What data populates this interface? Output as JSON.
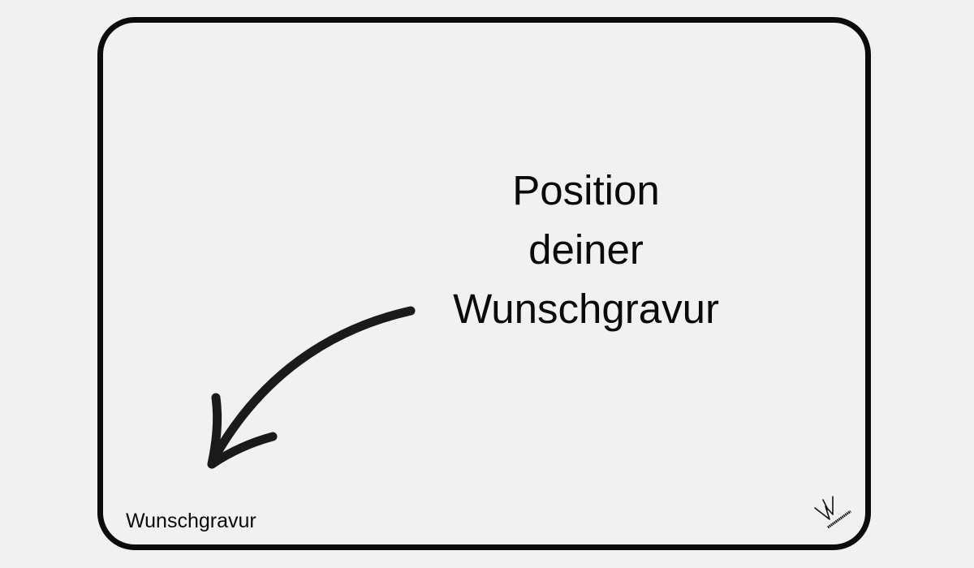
{
  "headline": {
    "lines": [
      "Position",
      "deiner",
      "Wunschgravur"
    ]
  },
  "engraving_label": "Wunschgravur",
  "icons": {
    "arrow": "curved-arrow-icon",
    "logo": "brand-logo-icon"
  },
  "colors": {
    "background": "#f1f1f1",
    "border": "#0b0b0b",
    "text": "#0a0a0a",
    "arrow": "#1a1a1a"
  }
}
